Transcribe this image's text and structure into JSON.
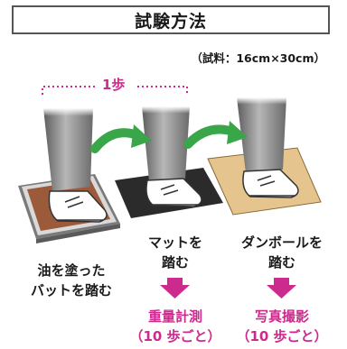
{
  "header": {
    "title": "試験方法"
  },
  "sample_note": "（試料：16cm×30cm）",
  "step_label": "1歩",
  "steps": [
    {
      "line1": "油を塗った",
      "line2": "バットを踏む"
    },
    {
      "line1": "マットを",
      "line2": "踏む",
      "result1": "重量計測",
      "result2": "（10 歩ごと）"
    },
    {
      "line1": "ダンボールを",
      "line2": "踏む",
      "result1": "写真撮影",
      "result2": "（10 歩ごと）"
    }
  ],
  "colors": {
    "accent": "#cc2a8c",
    "arrow_green": "#3aa64a",
    "oil_tray": "#9b5b3a",
    "mat": "#2b2b2b",
    "cardboard": "#e6c48e"
  }
}
